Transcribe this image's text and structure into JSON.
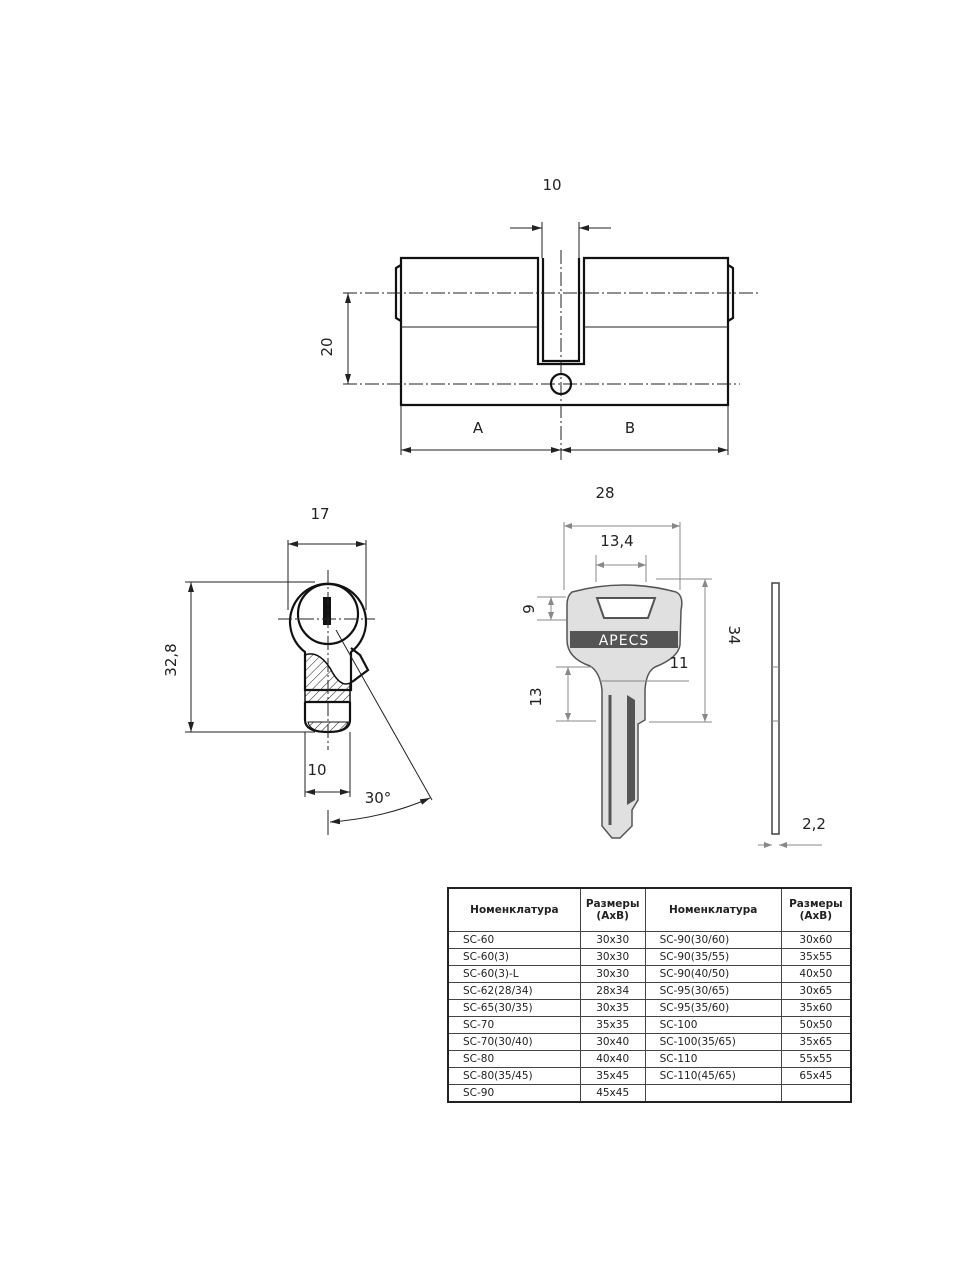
{
  "cylinder_view": {
    "dim_width_slot": "10",
    "dim_height": "20",
    "label_a": "A",
    "label_b": "B"
  },
  "front_view": {
    "dim_width": "17",
    "dim_height": "32,8",
    "dim_bottom_width": "10",
    "dim_angle": "30°"
  },
  "key_view": {
    "dim_width": "28",
    "dim_bow_hole": "13,4",
    "dim_hole_height": "6",
    "dim_length": "34",
    "dim_neck": "11",
    "dim_shoulder": "13",
    "dim_thickness": "2,2",
    "brand": "APECS"
  },
  "table": {
    "headers": [
      "Номенклатура",
      "Размеры",
      "(AxB)",
      "Номенклатура",
      "Размеры",
      "(AxB)"
    ],
    "rows": [
      [
        "SC-60",
        "30x30",
        "SC-90(30/60)",
        "30x60"
      ],
      [
        "SC-60(3)",
        "30x30",
        "SC-90(35/55)",
        "35x55"
      ],
      [
        "SC-60(3)-L",
        "30x30",
        "SC-90(40/50)",
        "40x50"
      ],
      [
        "SC-62(28/34)",
        "28x34",
        "SC-95(30/65)",
        "30x65"
      ],
      [
        "SC-65(30/35)",
        "30x35",
        "SC-95(35/60)",
        "35x60"
      ],
      [
        "SC-70",
        "35x35",
        "SC-100",
        "50x50"
      ],
      [
        "SC-70(30/40)",
        "30x40",
        "SC-100(35/65)",
        "35x65"
      ],
      [
        "SC-80",
        "40x40",
        "SC-110",
        "55x55"
      ],
      [
        "SC-80(35/45)",
        "35x45",
        "SC-110(45/65)",
        "65x45"
      ],
      [
        "SC-90",
        "45x45",
        "",
        ""
      ]
    ]
  }
}
